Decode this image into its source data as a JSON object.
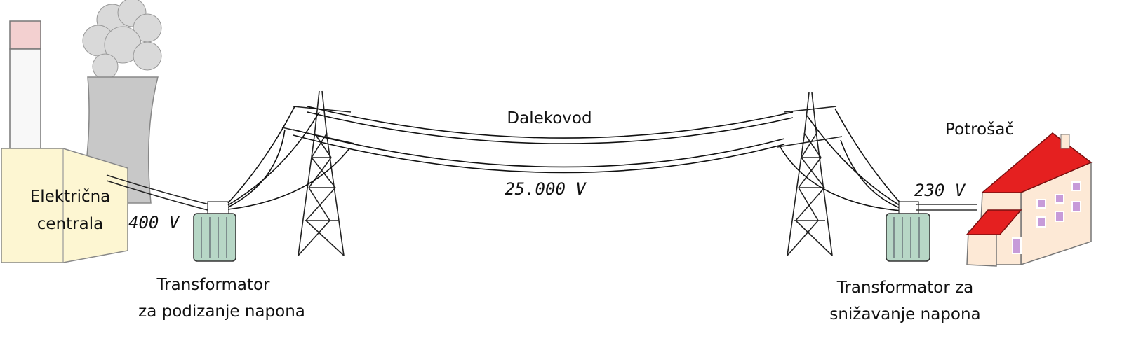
{
  "labels": {
    "power_plant": [
      "Električna",
      "centrala"
    ],
    "voltage_plant": "400 V",
    "step_up_transformer": [
      "Transformator",
      "za podizanje napona"
    ],
    "power_line": "Dalekovod",
    "voltage_line": "25.000 V",
    "consumer": "Potrošač",
    "voltage_consumer": "230 V",
    "step_down_transformer": [
      "Transformator za",
      "snižavanje napona"
    ]
  },
  "colors": {
    "plant_building": "#fdf6d2",
    "chimney": "#f3d0d0",
    "cooling_tower": "#c8c8c8",
    "smoke": "#d9d9d9",
    "transformer": "#b7d7c6",
    "house_wall": "#fde9d6",
    "roof": "#e52020",
    "window": "#c79bd9",
    "wire": "#111111"
  }
}
